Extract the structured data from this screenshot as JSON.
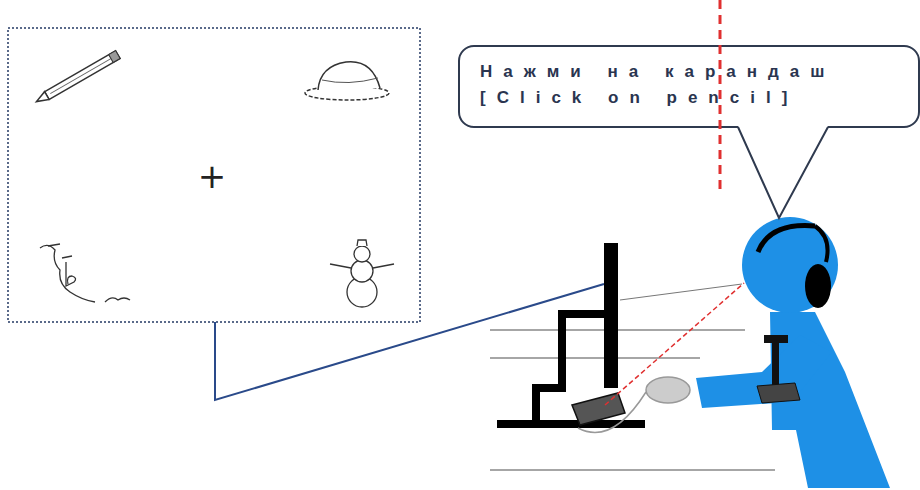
{
  "diagram": {
    "nodes": [
      {
        "text": [
          "Нажми на карандаш",
          "[Click on pencil]"
        ]
      }
    ],
    "labels": [
      "+"
    ]
  }
}
